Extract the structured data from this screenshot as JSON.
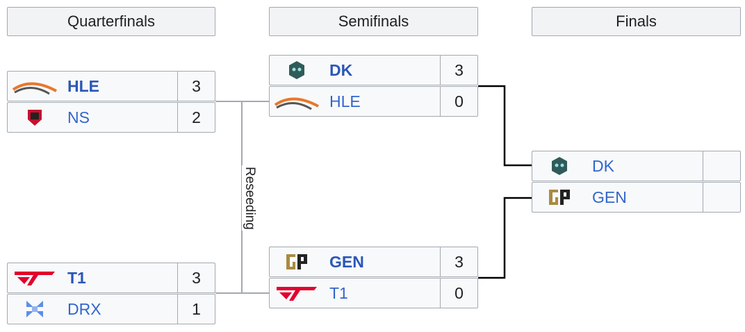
{
  "headers": {
    "quarterfinals": "Quarterfinals",
    "semifinals": "Semifinals",
    "finals": "Finals"
  },
  "reseeding_label": "Reseeding",
  "quarterfinals": [
    {
      "team1": {
        "name": "HLE",
        "score": "3",
        "winner": true,
        "logo": "hle-logo"
      },
      "team2": {
        "name": "NS",
        "score": "2",
        "winner": false,
        "logo": "ns-logo"
      }
    },
    {
      "team1": {
        "name": "T1",
        "score": "3",
        "winner": true,
        "logo": "t1-logo"
      },
      "team2": {
        "name": "DRX",
        "score": "1",
        "winner": false,
        "logo": "drx-logo"
      }
    }
  ],
  "semifinals": [
    {
      "team1": {
        "name": "DK",
        "score": "3",
        "winner": true,
        "logo": "dk-logo"
      },
      "team2": {
        "name": "HLE",
        "score": "0",
        "winner": false,
        "logo": "hle-logo"
      }
    },
    {
      "team1": {
        "name": "GEN",
        "score": "3",
        "winner": true,
        "logo": "gen-logo"
      },
      "team2": {
        "name": "T1",
        "score": "0",
        "winner": false,
        "logo": "t1-logo"
      }
    }
  ],
  "finals": {
    "team1": {
      "name": "DK",
      "score": "",
      "logo": "dk-logo"
    },
    "team2": {
      "name": "GEN",
      "score": "",
      "logo": "gen-logo"
    }
  },
  "colors": {
    "link": "#3366cc",
    "border": "#a2a9b1",
    "header_bg": "#f2f3f5",
    "row_bg": "#f8f9fa",
    "hle_orange": "#e8772e",
    "t1_red": "#e2012d",
    "gen_gold": "#aa8a41",
    "dk_teal": "#2f5c5b",
    "drx_blue": "#5b8fe8"
  }
}
